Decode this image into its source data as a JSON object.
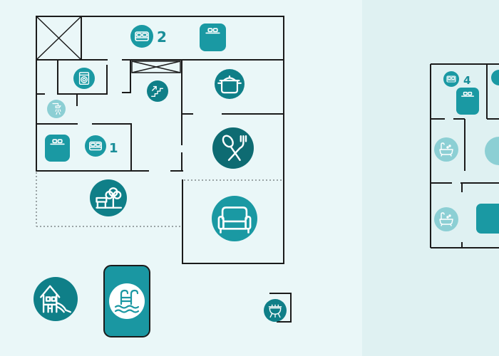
{
  "colors": {
    "background": "#eaf7f8",
    "right_panel": "#dff1f2",
    "wall": "#1b1b1b",
    "dotted_wall": "#9aa3a5",
    "icon_dark": "#0f7f88",
    "icon_mid": "#1a99a3",
    "icon_light": "#8ccfd4",
    "pool_fill": "#1a97a2"
  },
  "labels": {
    "bedroom_top": "2",
    "bedroom_left": "1",
    "bedroom_right": "4"
  },
  "icons": [
    "bed-icon",
    "double-bed-icon",
    "washing-machine-icon",
    "shower-icon",
    "stairs-icon",
    "cooking-pot-icon",
    "cutlery-icon",
    "garden-bench-icon",
    "armchair-icon",
    "playhouse-slide-icon",
    "pool-ladder-icon",
    "grill-icon",
    "bathtub-icon"
  ]
}
